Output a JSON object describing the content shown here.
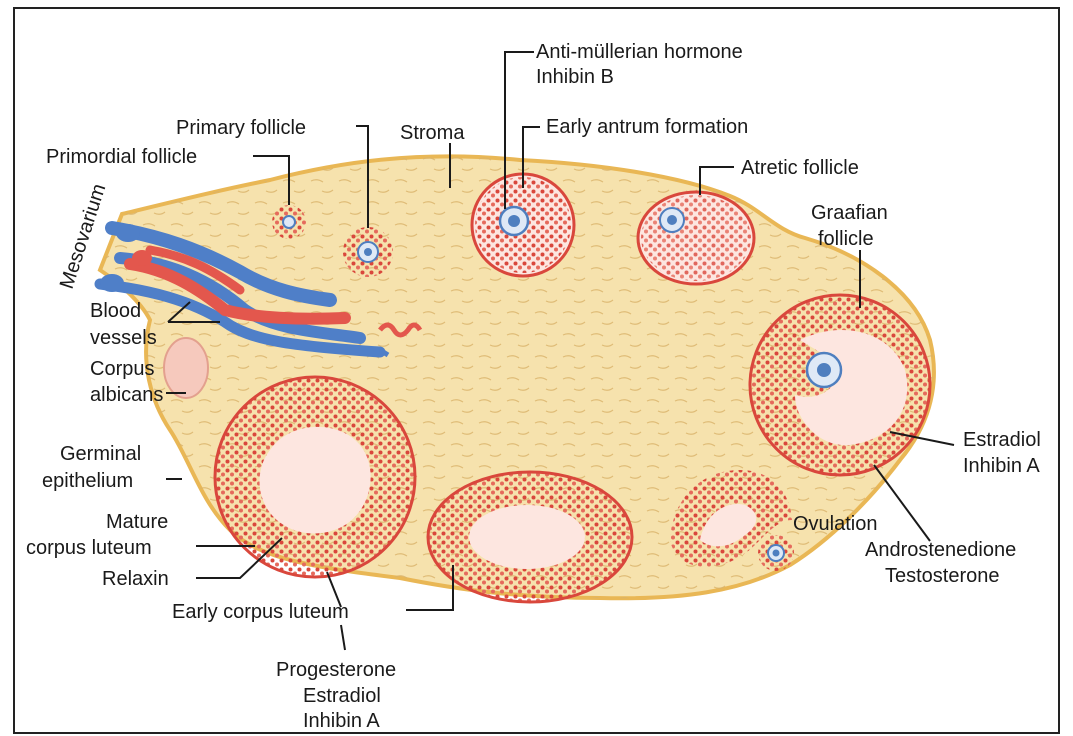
{
  "colors": {
    "stroma_fill": "#f6e2ad",
    "stroma_edge": "#e9b755",
    "follicle_red": "#d9473c",
    "follicle_pink": "#f6c9bd",
    "antrum_fill": "#fde6e0",
    "oocyte_blue": "#4f7fbf",
    "vessel_blue": "#4f7fc8",
    "vessel_red": "#e3574d",
    "label_text": "#1a1a1a"
  },
  "labels": {
    "primordial_follicle": "Primordial follicle",
    "primary_follicle": "Primary follicle",
    "stroma": "Stroma",
    "amh_line1": "Anti-müllerian hormone",
    "amh_line2": "Inhibin B",
    "early_antrum": "Early antrum formation",
    "atretic_follicle": "Atretic follicle",
    "graafian_line1": "Graafian",
    "graafian_line2": "follicle",
    "mesovarium": "Mesovarium",
    "blood_line1": "Blood",
    "blood_line2": "vessels",
    "corpus_albicans_line1": "Corpus",
    "corpus_albicans_line2": "albicans",
    "germinal_line1": "Germinal",
    "germinal_line2": "epithelium",
    "mature_cl_line1": "Mature",
    "mature_cl_line2": "corpus luteum",
    "relaxin": "Relaxin",
    "early_corpus_luteum": "Early corpus luteum",
    "progesterone_line1": "Progesterone",
    "progesterone_line2": "Estradiol",
    "progesterone_line3": "Inhibin A",
    "estradiol_line1": "Estradiol",
    "estradiol_line2": "Inhibin A",
    "ovulation": "Ovulation",
    "androgens_line1": "Androstenedione",
    "androgens_line2": "Testosterone"
  }
}
